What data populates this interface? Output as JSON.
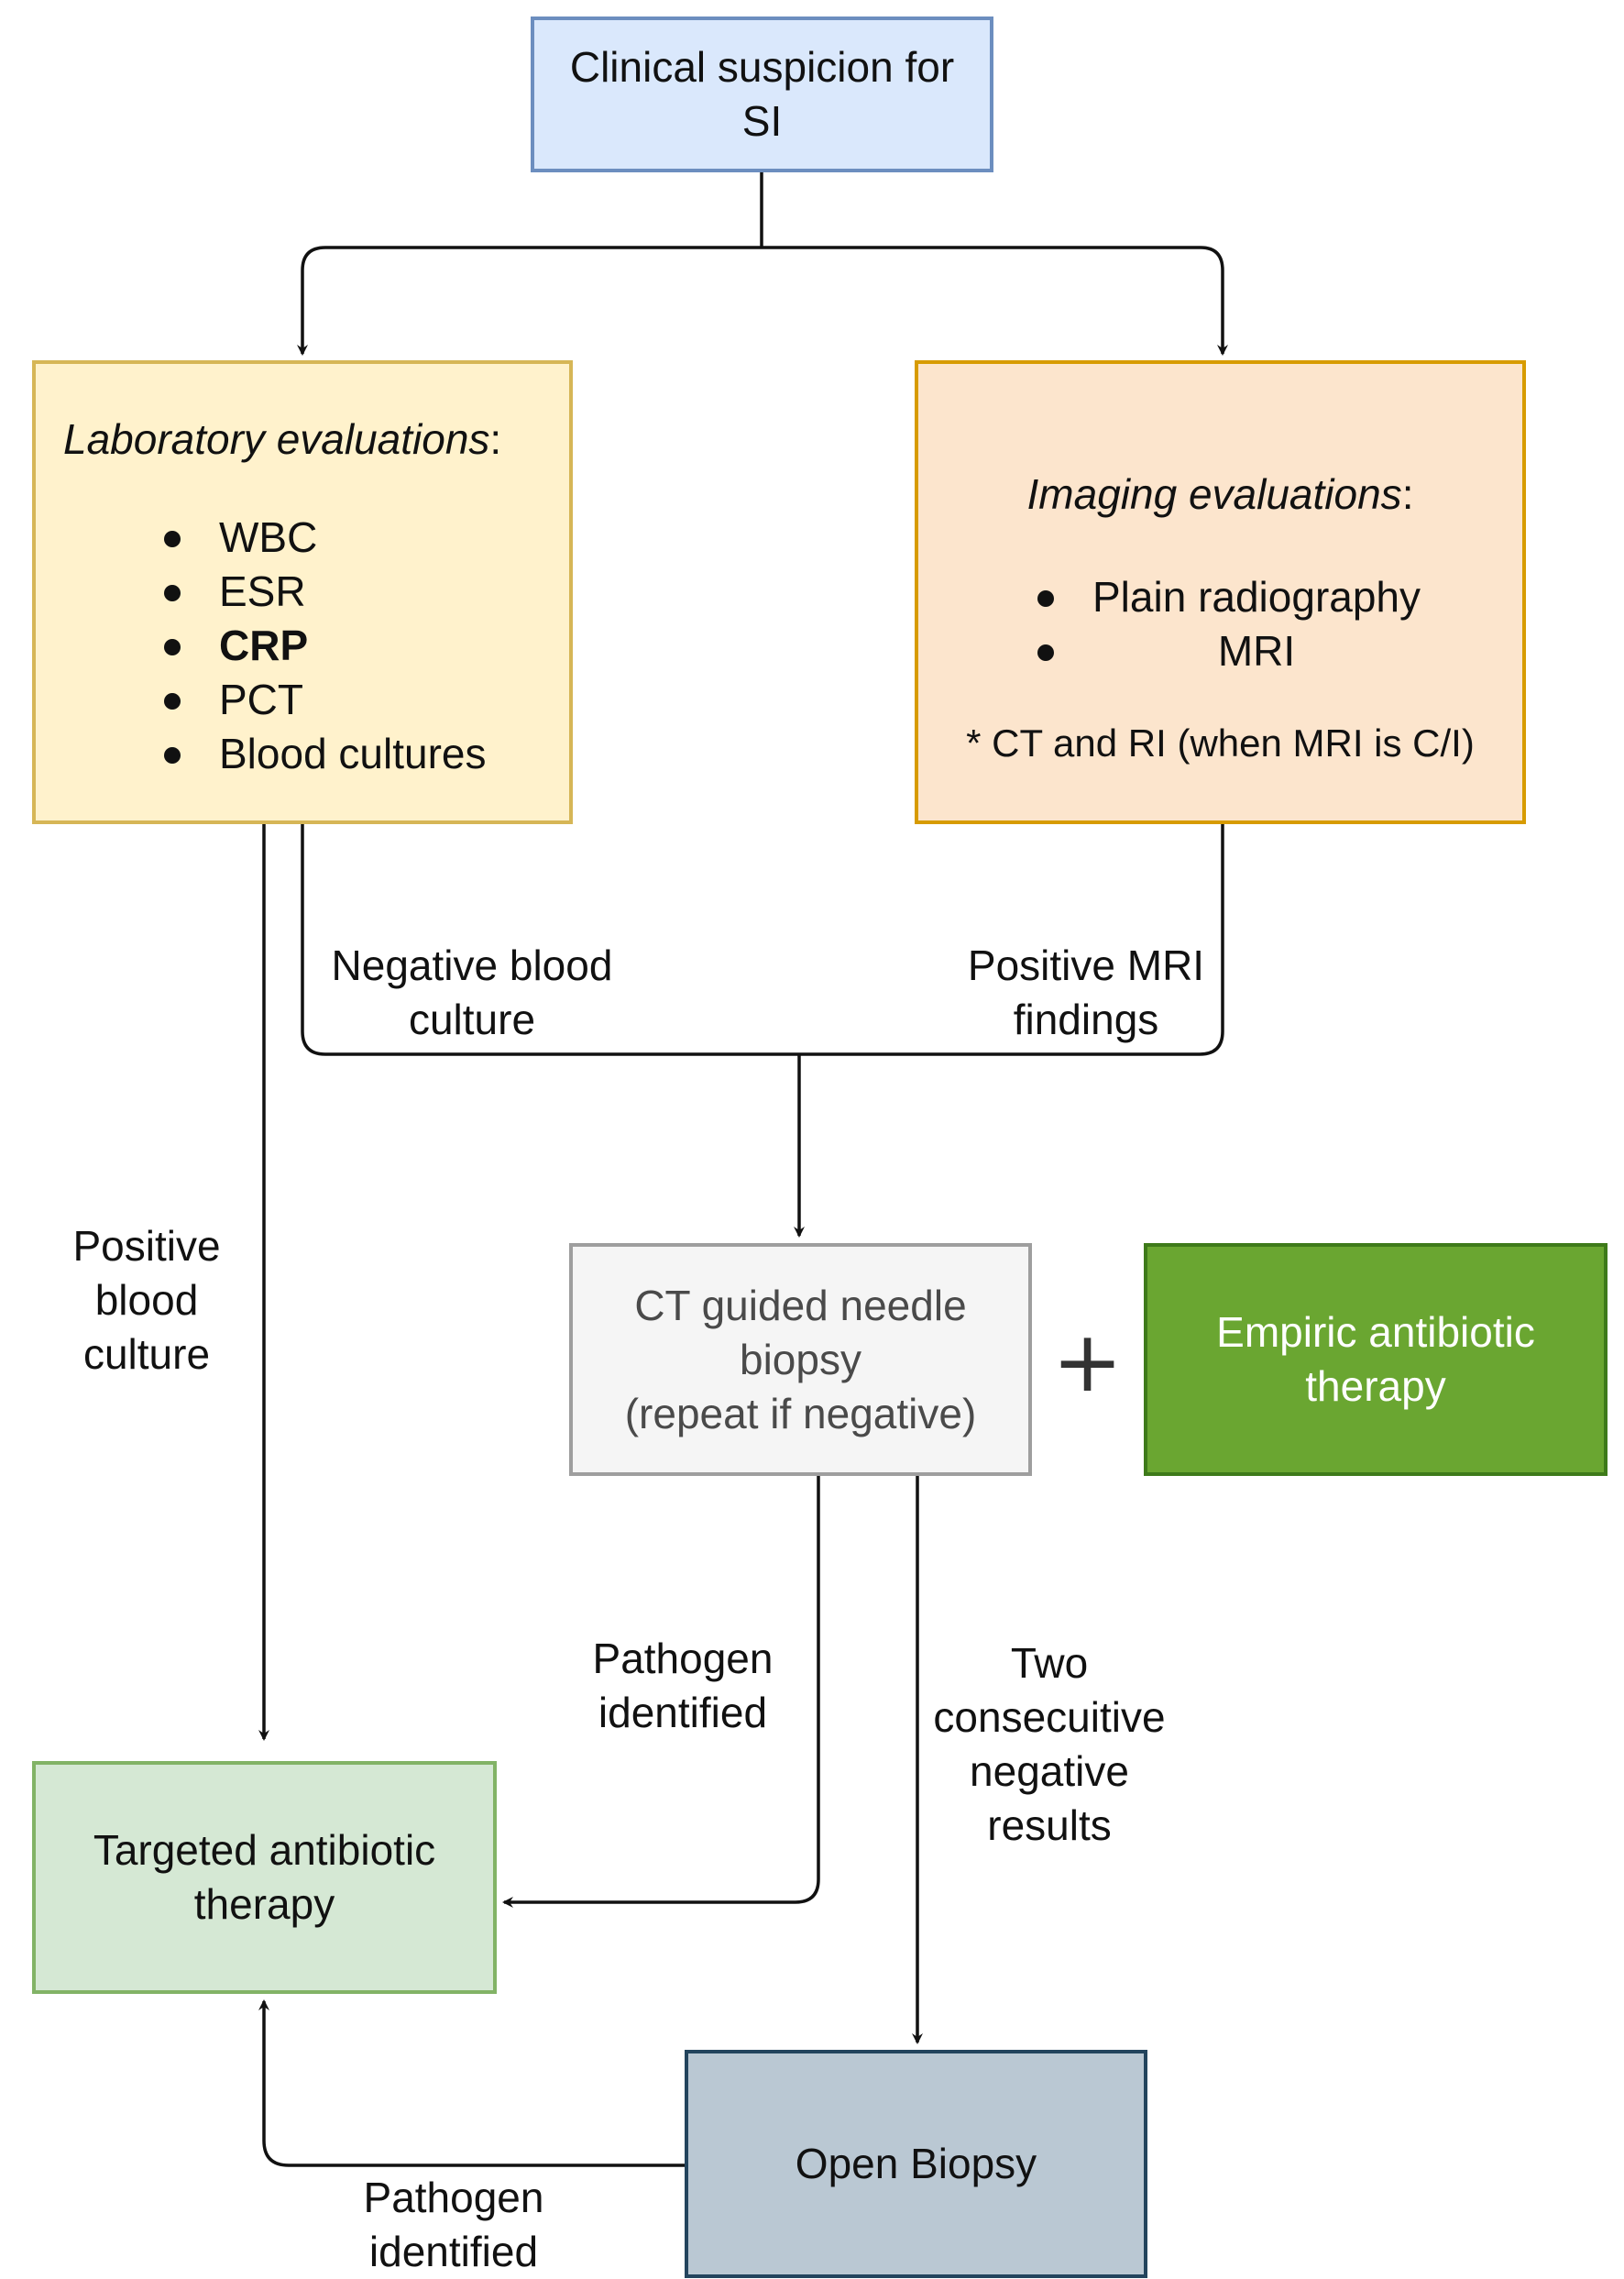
{
  "nodes": {
    "start": {
      "lines": [
        "Clinical suspicion for",
        "SI"
      ]
    },
    "lab": {
      "heading": "Laboratory evaluations",
      "heading_suffix": ":",
      "items": [
        "WBC",
        "ESR",
        "CRP",
        "PCT",
        "Blood cultures"
      ],
      "bold_item": "CRP"
    },
    "imaging": {
      "heading": "Imaging evaluations",
      "heading_suffix": ":",
      "items": [
        "Plain radiography",
        "MRI"
      ],
      "note": "* CT and RI (when MRI is C/I)"
    },
    "ct": {
      "lines": [
        "CT guided needle",
        "biopsy",
        "(repeat if negative)"
      ]
    },
    "plus": "+",
    "empiric": {
      "lines": [
        "Empiric antibiotic",
        "therapy"
      ]
    },
    "targeted": {
      "lines": [
        "Targeted antibiotic",
        "therapy"
      ]
    },
    "open": {
      "lines": [
        "Open Biopsy"
      ]
    }
  },
  "edge_labels": {
    "negative_blood_culture": [
      "Negative blood",
      "culture"
    ],
    "positive_mri": [
      "Positive MRI",
      "findings"
    ],
    "positive_blood_culture": [
      "Positive",
      "blood",
      "culture"
    ],
    "pathogen_identified_ct": [
      "Pathogen",
      "identified"
    ],
    "two_negative": [
      "Two",
      "consecuitive",
      "negative",
      "results"
    ],
    "pathogen_identified_open": [
      "Pathogen",
      "identified"
    ]
  },
  "colors": {
    "start_fill": "#dae8fc",
    "start_border": "#6c8ebf",
    "lab_fill": "#fff2cc",
    "lab_border": "#d6b656",
    "imaging_fill": "#fce5cd",
    "imaging_border": "#d79b00",
    "ct_fill": "#f5f5f5",
    "ct_border": "#9e9e9e",
    "empiric_fill": "#6aa631",
    "empiric_border": "#3e7a1a",
    "targeted_fill": "#d5e8d4",
    "targeted_border": "#82b366",
    "open_fill": "#bac8d3",
    "open_border": "#23445d",
    "connector": "#111111"
  }
}
